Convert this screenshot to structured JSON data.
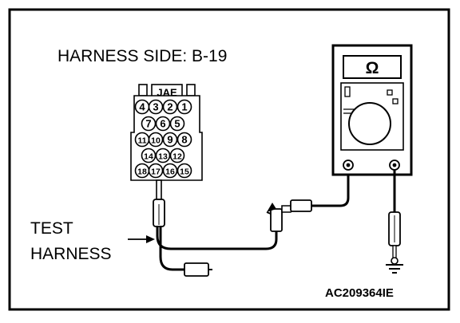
{
  "diagram": {
    "title": "HARNESS SIDE: B-19",
    "connector": {
      "label": "JAE",
      "rows": [
        [
          "4",
          "3",
          "2",
          "1"
        ],
        [
          "7",
          "6",
          "5"
        ],
        [
          "11",
          "10",
          "9",
          "8"
        ],
        [
          "14",
          "13",
          "12"
        ],
        [
          "18",
          "17",
          "16",
          "15"
        ]
      ]
    },
    "meter_symbol": "Ω",
    "test_harness_label": [
      "TEST",
      "HARNESS"
    ],
    "figure_code": "AC209364IE"
  }
}
